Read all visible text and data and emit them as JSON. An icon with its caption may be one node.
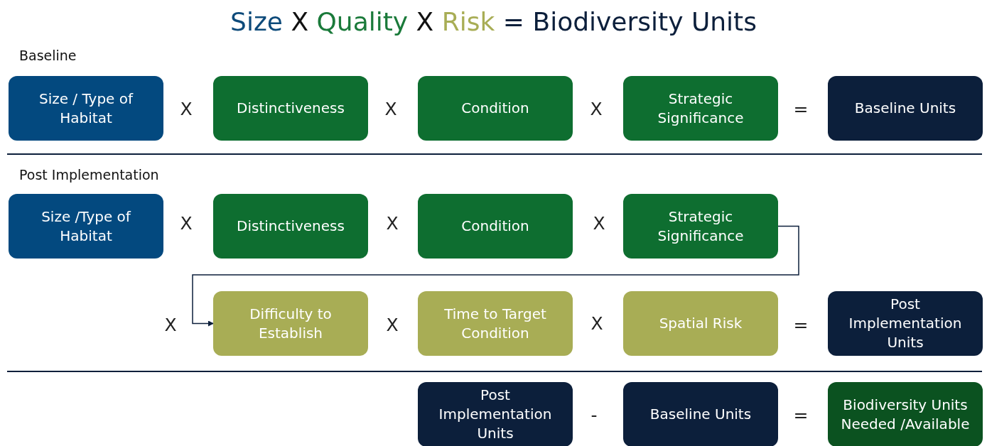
{
  "diagram": {
    "title": "Size X Quality X Risk = Biodiversity Units",
    "nodes": [
      {
        "text": [
          "Size / Type of Habitat"
        ]
      },
      {
        "text": [
          "Distinctiveness"
        ]
      },
      {
        "text": [
          "Condition"
        ]
      },
      {
        "text": [
          "Strategic Significance"
        ]
      },
      {
        "text": [
          "Baseline Units"
        ]
      },
      {
        "text": [
          "Size /Type of Habitat"
        ]
      },
      {
        "text": [
          "Distinctiveness"
        ]
      },
      {
        "text": [
          "Condition"
        ]
      },
      {
        "text": [
          "Strategic Significance"
        ]
      },
      {
        "text": [
          "Difficulty to Establish"
        ]
      },
      {
        "text": [
          "Time to Target Condition"
        ]
      },
      {
        "text": [
          "Spatial Risk"
        ]
      },
      {
        "text": [
          "Post Implementation Units"
        ]
      },
      {
        "text": [
          "Post Implementation Units"
        ]
      },
      {
        "text": [
          "Baseline Units"
        ]
      },
      {
        "text": [
          "Biodiversity Units Needed /Available"
        ]
      }
    ],
    "edges": [
      {
        "from": 8,
        "to": 9,
        "arrow": "to"
      }
    ],
    "labels": [
      "Baseline",
      "X",
      "X",
      "X",
      "=",
      "Post Implementation",
      "X",
      "X",
      "X",
      "X",
      "X",
      "X",
      "=",
      "-",
      "="
    ]
  }
}
